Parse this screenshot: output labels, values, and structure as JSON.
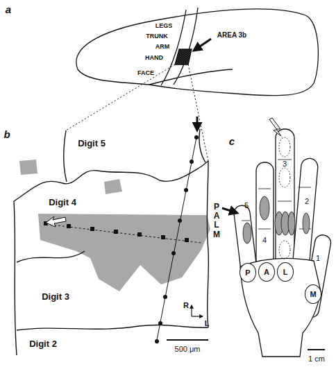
{
  "diagram": {
    "nodes": [
      {
        "text": [
          "P"
        ]
      },
      {
        "text": [
          "A"
        ]
      },
      {
        "text": [
          "L"
        ]
      },
      {
        "text": [
          "M"
        ]
      }
    ],
    "labels": [
      "a",
      "LEGS",
      "TRUNK",
      "ARM",
      "HAND",
      "FACE",
      "AREA 3b",
      "b",
      "Digit 5",
      "Digit 4",
      "Digit 3",
      "Digit 2",
      "PALM",
      "R",
      "L",
      "500 μm",
      "c",
      "5",
      "4",
      "3",
      "2",
      "1",
      "1 cm"
    ]
  }
}
